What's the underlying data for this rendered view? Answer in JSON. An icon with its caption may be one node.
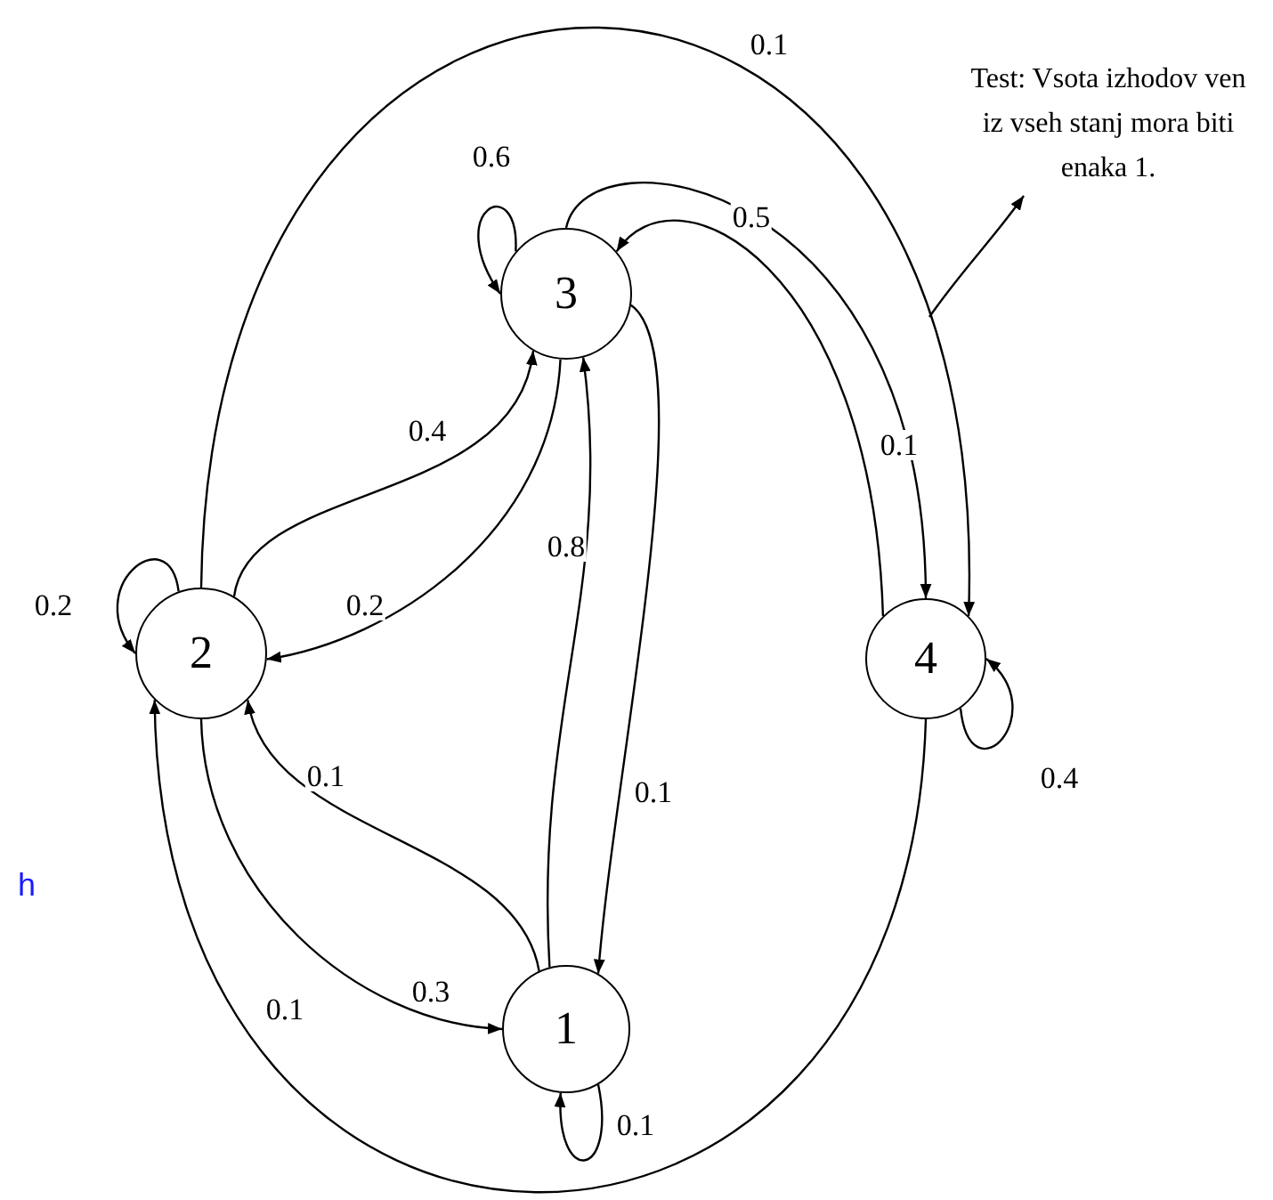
{
  "diagram": {
    "nodes": [
      {
        "text": [
          "3"
        ]
      },
      {
        "text": [
          "Test: Vsota izhodov ven iz vseh stanj mora biti enaka 1."
        ]
      },
      {
        "text": [
          "2"
        ]
      },
      {
        "text": [
          "4"
        ]
      },
      {
        "text": [
          "1"
        ]
      }
    ],
    "edges": [
      {
        "from": 0,
        "to": 0,
        "arrow": "to",
        "label": "0.6"
      },
      {
        "from": 2,
        "to": 3,
        "arrow": "to",
        "label": "0.1"
      },
      {
        "from": 0,
        "to": 3,
        "arrow": "to",
        "label": "0.1"
      },
      {
        "from": 3,
        "to": 0,
        "arrow": "to",
        "label": "0.5"
      },
      {
        "from": null,
        "to": 1,
        "arrow": "to"
      },
      {
        "from": 2,
        "to": 2,
        "arrow": "to",
        "label": "0.2"
      },
      {
        "from": 2,
        "to": 0,
        "arrow": "to",
        "label": "0.4"
      },
      {
        "from": 0,
        "to": 2,
        "arrow": "to",
        "label": "0.2"
      },
      {
        "from": 4,
        "to": 0,
        "arrow": "to",
        "label": "0.8"
      },
      {
        "from": 0,
        "to": 4,
        "arrow": "to",
        "label": "0.1"
      },
      {
        "from": 3,
        "to": 3,
        "arrow": "to",
        "label": "0.4"
      },
      {
        "from": 4,
        "to": 2,
        "arrow": "to",
        "label": "0.1"
      },
      {
        "from": 2,
        "to": 4,
        "arrow": "to",
        "label": "0.3"
      },
      {
        "from": 3,
        "to": 2,
        "arrow": "to",
        "label": "0.1"
      },
      {
        "from": 4,
        "to": 4,
        "arrow": "to",
        "label": "0.1"
      }
    ],
    "labels": [
      "h"
    ]
  }
}
